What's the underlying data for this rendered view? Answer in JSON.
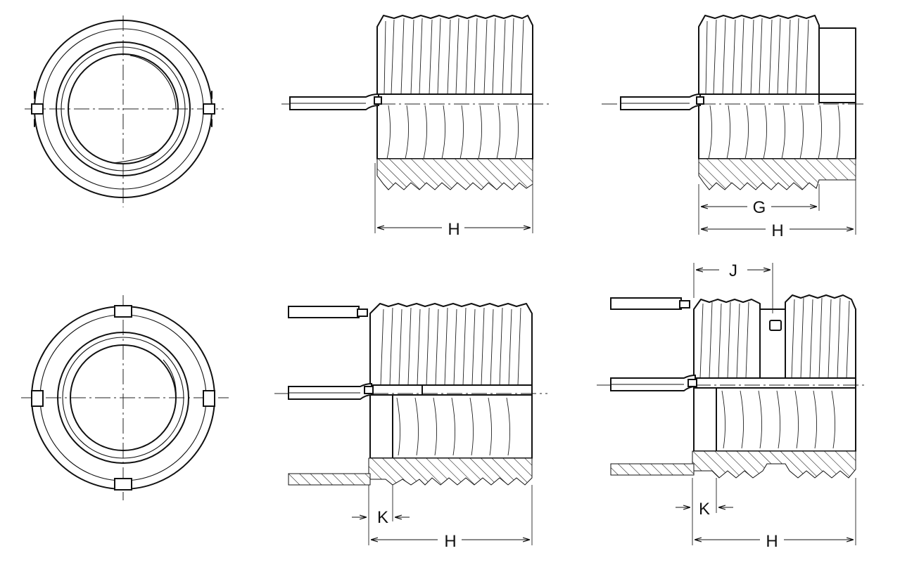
{
  "dimension_labels": {
    "h_top_middle": "H",
    "g_top_right": "G",
    "h_top_right": "H",
    "h_bottom_middle": "H",
    "k_bottom_middle": "K",
    "j_bottom_right": "J",
    "k_bottom_right": "K",
    "h_bottom_right": "H"
  },
  "colors": {
    "ink": "#111111",
    "background": "#ffffff"
  }
}
